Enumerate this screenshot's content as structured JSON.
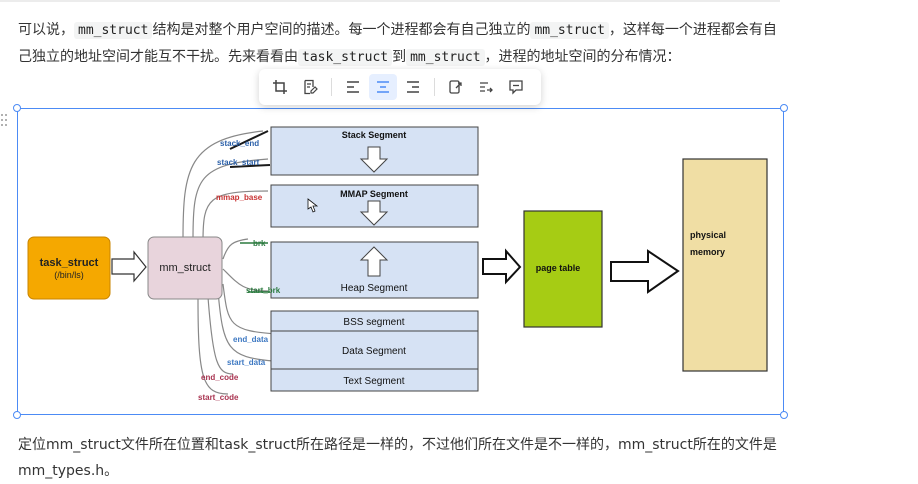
{
  "paragraph1": {
    "s1": "可以说，",
    "c1": "mm_struct",
    "s2": "结构是对整个用户空间的描述。每一个进程都会有自己独立的",
    "c2": "mm_struct",
    "s3": "，这样每一个进程都会有自己独立的地址空间才能互不干扰。先来看看由",
    "c3": "task_struct",
    "s4": "到",
    "c4": "mm_struct",
    "s5": "，进程的地址空间的分布情况："
  },
  "toolbar": {
    "items": [
      "crop-icon",
      "edit-note-icon",
      "align-left-icon",
      "align-center-icon",
      "align-right-icon",
      "link-icon",
      "move-icon",
      "comment-icon"
    ],
    "active": "align-center-icon",
    "accent": "#4c8bf5"
  },
  "diagram": {
    "task_struct": {
      "label": "task_struct",
      "sub": "(/bin/ls)",
      "color": "#f5a800"
    },
    "mm_struct": {
      "label": "mm_struct",
      "color": "#e8d4dc"
    },
    "segments": {
      "stack": "Stack Segment",
      "mmap": "MMAP Segment",
      "heap": "Heap Segment",
      "bss": "BSS segment",
      "data": "Data Segment",
      "text": "Text Segment",
      "color": "#d6e2f4"
    },
    "pointers": {
      "stack_end": "stack_end",
      "stack_start": "stack_start",
      "mmap_base": "mmap_base",
      "brk": "brk",
      "start_brk": "start_brk",
      "end_data": "end_data",
      "start_data": "start_data",
      "end_code": "end_code",
      "start_code": "start_code"
    },
    "page_table": {
      "label": "page table",
      "color": "#a6cc14"
    },
    "physical_memory": {
      "label1": "physical",
      "label2": "memory",
      "color": "#f0dea4"
    }
  },
  "paragraph2": {
    "text": "定位mm_struct文件所在位置和task_struct所在路径是一样的，不过他们所在文件是不一样的，mm_struct所在的文件是mm_types.h。"
  }
}
